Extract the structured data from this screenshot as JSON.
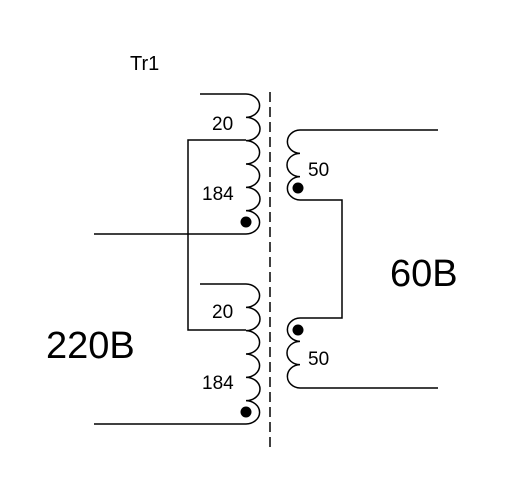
{
  "transformer": {
    "designation": "Tr1"
  },
  "primary": {
    "voltage_label": "220B",
    "windings": [
      {
        "turns": "20"
      },
      {
        "turns": "184"
      },
      {
        "turns": "20"
      },
      {
        "turns": "184"
      }
    ]
  },
  "secondary": {
    "voltage_label": "60B",
    "windings": [
      {
        "turns": "50"
      },
      {
        "turns": "50"
      }
    ]
  }
}
